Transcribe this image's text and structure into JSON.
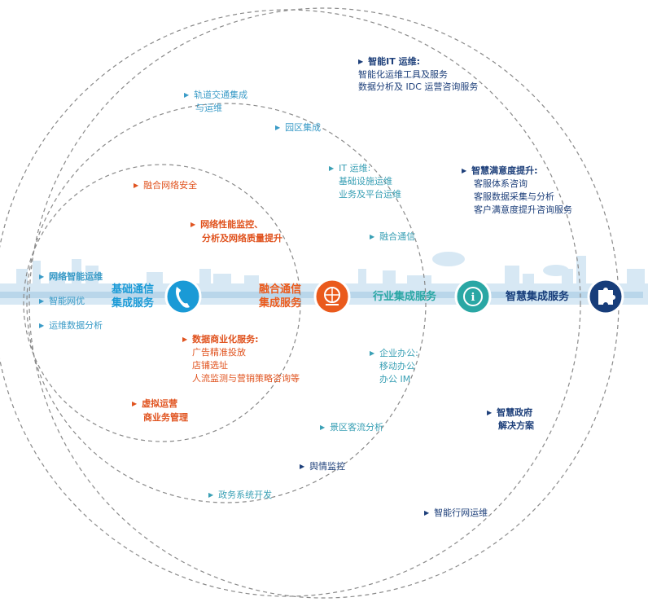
{
  "rings": {
    "r1": "基础通信集成服务",
    "r2": "融合通信集成服务",
    "r3": "行业集成服务",
    "r4": "智慧集成服务"
  },
  "labels": {
    "it_ops_title": "智能IT 运维:",
    "it_ops_line1": "智能化运维工具及服务",
    "it_ops_line2": "数据分析及 IDC 运营咨询服务",
    "rail_line1": "轨道交通集成",
    "rail_line2": "与运维",
    "park": "园区集成",
    "satisfaction_title": "智慧满意度提升:",
    "satisfaction_line1": "客服体系咨询",
    "satisfaction_line2": "客服数据采集与分析",
    "satisfaction_line3": "客户满意度提升咨询服务",
    "net_security": "融合网络安全",
    "it_title": "IT 运维:",
    "it_line1": "基础设施运维",
    "it_line2": "业务及平台运维",
    "perf_line1": "网络性能监控、",
    "perf_line2": "分析及网络质量提升",
    "fusion_comm": "融合通信",
    "net_ops": "网络智能运维",
    "net_opt": "智能网优",
    "ops_data": "运维数据分析",
    "data_title": "数据商业化服务:",
    "data_line1": "广告精准投放",
    "data_line2": "店铺选址",
    "data_line3": "人流监测与营销策略咨询等",
    "office_title": "企业办公:",
    "office_line1": "移动办公",
    "office_line2": "办公 IM",
    "virtual_line1": "虚拟运营",
    "virtual_line2": "商业务管理",
    "gov_line1": "智慧政府",
    "gov_line2": "解决方案",
    "scenic": "景区客流分析",
    "sentiment": "舆情监控",
    "gov_dev": "政务系统开发",
    "smart_net_ops": "智能行网运维"
  },
  "icons": {
    "phone": "phone-icon",
    "network": "network-globe-icon",
    "info": "info-hand-icon",
    "puzzle": "puzzle-icon"
  },
  "colors": {
    "blue": "#1a9ad6",
    "orange": "#ea5a1c",
    "teal": "#2aa7a4",
    "navy": "#173d7a",
    "skyline": "#cfe3f1"
  }
}
